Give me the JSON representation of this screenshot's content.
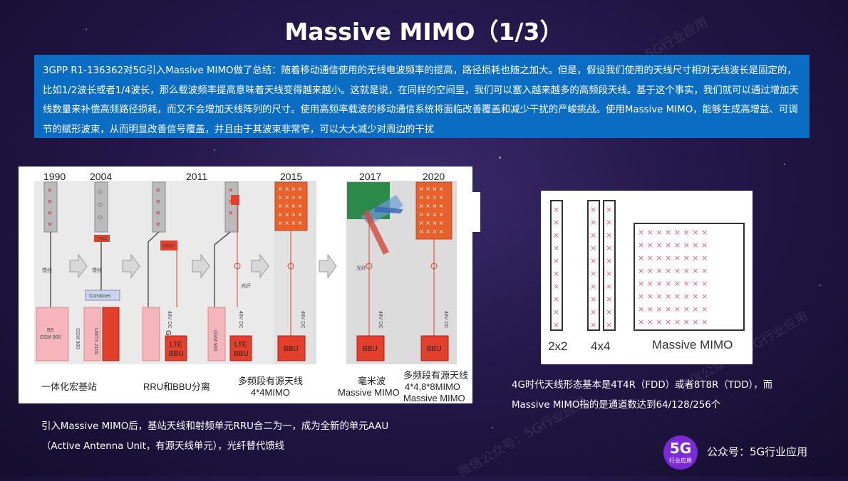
{
  "slide": {
    "title": "Massive MIMO（1/3）",
    "intro_text": "3GPP R1-136362对5G引入Massive MIMO做了总结：随着移动通信使用的无线电波频率的提高，路径损耗也随之加大。但是，假设我们使用的天线尺寸相对无线波长是固定的，比如1/2波长或者1/4波长，那么载波频率提高意味着天线变得越来越小。这就是说，在同样的空间里，我们可以塞入越来越多的高频段天线。基于这个事实，我们就可以通过增加天线数量来补偿高频路径损耗，而又不会增加天线阵列的尺寸。使用高频率载波的移动通信系统将面临改善覆盖和减少干扰的严峻挑战。使用Massive MIMO，能够生成高增益、可调节的赋形波束，从而明显改善信号覆盖，并且由于其波束非常窄，可以大大减少对周边的干扰",
    "caption_left_line1": "引入Massive MIMO后，基站天线和射频单元RRU合二为一，成为全新的单元AAU",
    "caption_left_line2": "（Active Antenna Unit，有源天线单元），光纤替代馈线",
    "caption_right_line1": "4G时代天线形态基本是4T4R（FDD）或者8T8R（TDD），而",
    "caption_right_line2": "Massive MIMO指的是通道数达到64/128/256个"
  },
  "evolution_diagram": {
    "years": [
      "1990",
      "2004",
      "2011",
      "2015",
      "2017",
      "2020"
    ],
    "stage_labels": {
      "s1": "一体化宏基站",
      "s2": "RRU和BBU分离",
      "s3_line1": "多频段有源天线",
      "s3_line2": "4*4MIMO",
      "s4_line1": "毫米波",
      "s4_line2": "Massive MIMO",
      "s5_line1": "多频段有源天线",
      "s5_line2": "4*4,8*8MIMO",
      "s5_line3": "Massive MIMO"
    },
    "boxes": {
      "bs_gsm": "BS",
      "bs_gsm2": "GSM 900",
      "gsm900": "GSM 900",
      "gsm900_small": "GSM 900",
      "umts": "UMTS 2100",
      "combiner": "Combiner",
      "tma": "TMA",
      "rrh": "RRH",
      "lte_bbu_1": "LTE",
      "lte_bbu_1b": "BBU",
      "lte_bbu_2": "LTE",
      "lte_bbu_2b": "BBU",
      "bbu_1": "BBU",
      "bbu_2": "BBU",
      "bbu_3": "BBU",
      "feeder": "馈线",
      "fiber": "光纤",
      "dc": "48V DC"
    }
  },
  "antenna_array": {
    "labels": [
      "2x2",
      "4x4",
      "Massive MIMO"
    ]
  },
  "branding": {
    "logo_big": "5G",
    "logo_small": "行业应用",
    "account": "公众号：5G行业应用"
  },
  "watermarks": [
    "5G行业应用",
    "微信公众号：5G行业应用"
  ],
  "colors": {
    "intro_bg": "#0a6cc2",
    "antenna_orange": "#e8602a",
    "box_pink": "#f4b6bb",
    "box_red": "#e2402a",
    "logo_purple": "#7a2bd6"
  }
}
